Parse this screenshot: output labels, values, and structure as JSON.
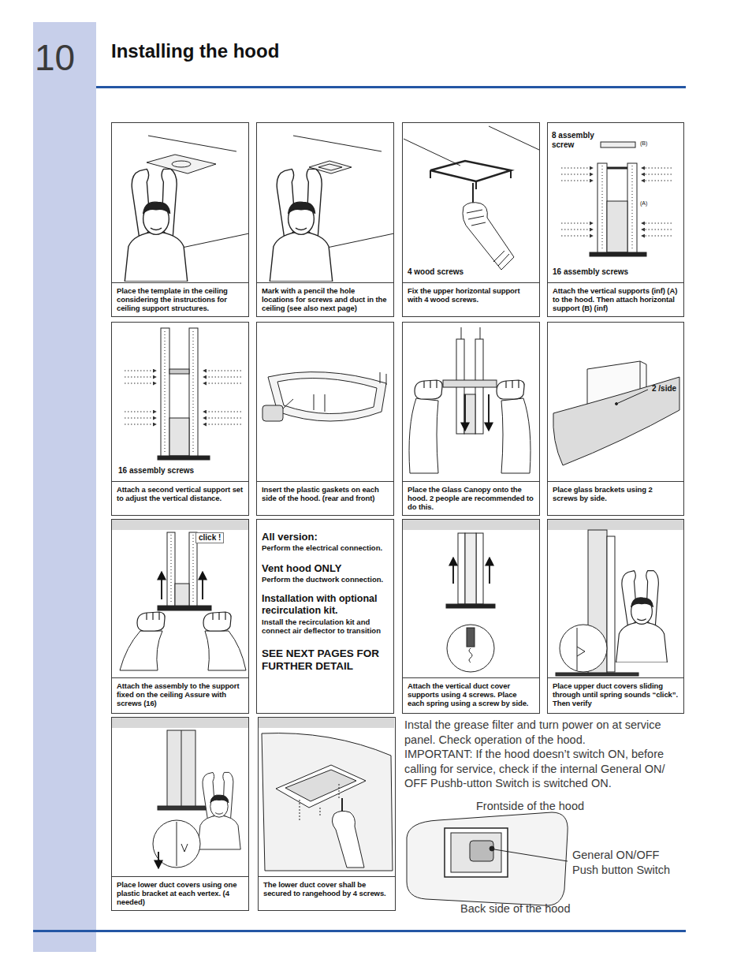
{
  "diagram": {
    "title": "Installing the hood",
    "nodes": [
      {
        "text": [
          "Place the template in the ceiling considering the instructions for ceiling support structures."
        ]
      },
      {
        "text": [
          "Mark with a pencil the hole locations for screws and duct in the ceiling (see also next page)"
        ]
      },
      {
        "text": [
          "4 wood screws",
          "Fix the upper horizontal support with 4 wood screws."
        ]
      },
      {
        "text": [
          "8 assembly screw",
          "(B)",
          "(A)",
          "16 assembly screws",
          "Attach the vertical supports (inf) (A) to the hood. Then attach horizontal support (B) (inf)"
        ]
      },
      {
        "text": [
          "16 assembly screws",
          "Attach a second vertical support set to adjust the vertical distance."
        ]
      },
      {
        "text": [
          "Insert the plastic gaskets on each side of the hood. (rear and front)"
        ]
      },
      {
        "text": [
          "Place the Glass Canopy onto the hood. 2 people are recommended to do this."
        ]
      },
      {
        "text": [
          "2 /side",
          "Place glass brackets using 2 screws by side."
        ]
      },
      {
        "text": [
          "click !",
          "Attach the assembly to the support fixed on the ceiling Assure with screws (16)"
        ]
      },
      {
        "text": [
          "All version:",
          "Perform the electrical connection.",
          "Vent hood ONLY",
          "Perform the ductwork connection.",
          "Installation with optional recirculation kit.",
          "Install the recirculation kit and connect air deflector to transition",
          "SEE NEXT PAGES FOR FURTHER DETAIL"
        ]
      },
      {
        "text": [
          "Attach the vertical duct cover supports using 4 screws. Place each spring using a screw by side."
        ]
      },
      {
        "text": [
          "Place upper duct covers sliding through until spring sounds “click”. Then verify"
        ]
      },
      {
        "text": [
          "Place lower duct covers using one plastic bracket at each vertex. (4 needed)"
        ]
      },
      {
        "text": [
          "The lower duct cover shall be secured to rangehood by 4 screws."
        ]
      }
    ],
    "labels": [
      "10",
      "Instal the grease filter and turn power on at service panel. Check operation of the hood.",
      "IMPORTANT: If the hood doesn’t switch ON, before calling for service, check if the internal General ON/ OFF Pushb-utton Switch is switched ON.",
      "Frontside of the hood",
      "General ON/OFF Push button Switch",
      "Back side of the hood"
    ]
  }
}
